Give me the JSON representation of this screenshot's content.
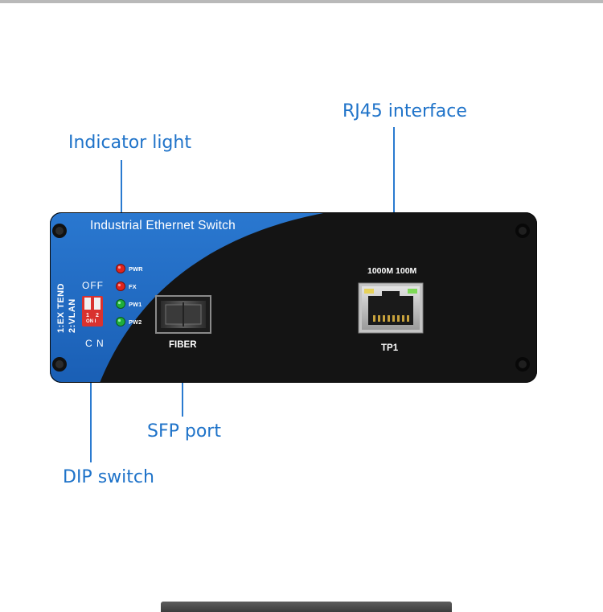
{
  "callouts": {
    "rj45": "RJ45 interface",
    "indicator": "Indicator light",
    "sfp": "SFP port",
    "dip": "DIP switch"
  },
  "panel": {
    "title": "Industrial Ethernet Switch",
    "leds": [
      {
        "label": "PWR",
        "color": "#e0241d"
      },
      {
        "label": "FX",
        "color": "#e0241d"
      },
      {
        "label": "PW1",
        "color": "#1fae3b"
      },
      {
        "label": "PW2",
        "color": "#1fae3b"
      }
    ],
    "dip": {
      "off_label": "OFF",
      "on_label": "C N",
      "mode_1": "1:EX TEND",
      "mode_2": "2:VLAN",
      "num_1": "1",
      "num_2": "2",
      "on_small": "ON I"
    },
    "fiber_label": "FIBER",
    "speed_label": "1000M 100M",
    "port_label": "TP1"
  },
  "colors": {
    "callout_text": "#1f73c9",
    "panel_blue": "#1f66bd",
    "panel_black": "#141414"
  }
}
